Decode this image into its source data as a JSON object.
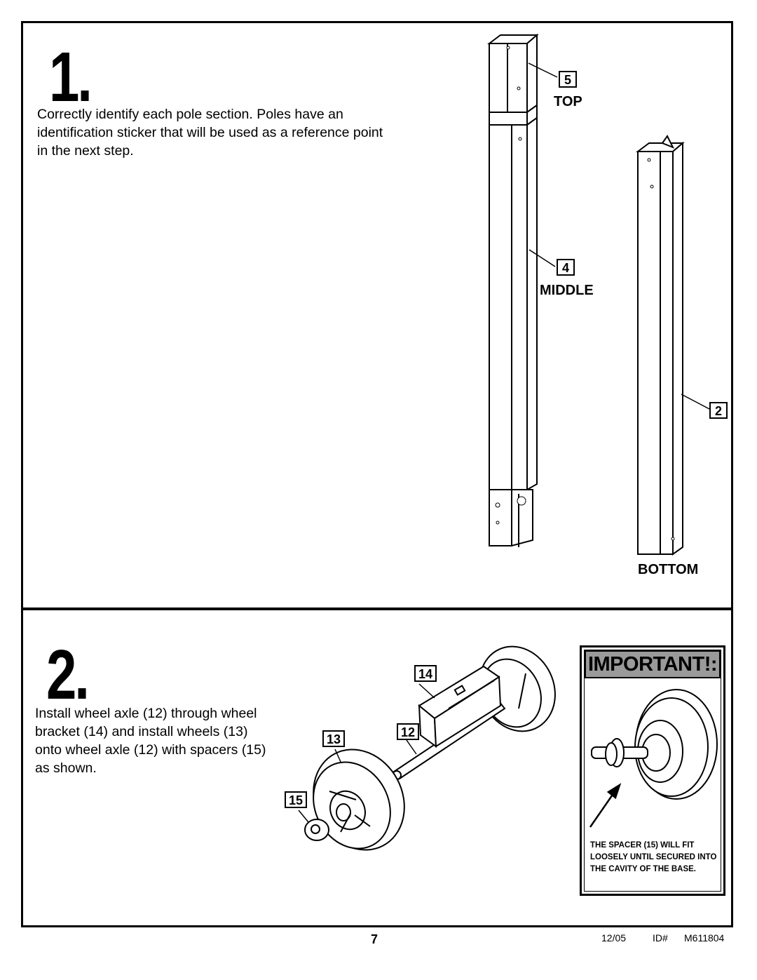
{
  "step1": {
    "number": "1.",
    "text": "Correctly identify each pole section. Poles have an identification sticker that will be used as a reference point in the next step.",
    "parts": {
      "top_num": "5",
      "top_label": "TOP",
      "middle_num": "4",
      "middle_label": "MIDDLE",
      "bottom_num": "2",
      "bottom_label": "BOTTOM"
    }
  },
  "step2": {
    "number": "2.",
    "text": "Install wheel axle (12) through wheel bracket (14) and install wheels (13) onto wheel axle (12) with spacers (15) as shown.",
    "callouts": {
      "bracket": "14",
      "axle": "12",
      "wheel": "13",
      "spacer": "15"
    }
  },
  "important": {
    "heading": "IMPORTANT!:",
    "note": "THE SPACER (15) WILL FIT LOOSELY UNTIL SECURED INTO THE CAVITY OF THE BASE."
  },
  "footer": {
    "page": "7",
    "date": "12/05",
    "id_label": "ID#",
    "id_value": "M611804"
  }
}
